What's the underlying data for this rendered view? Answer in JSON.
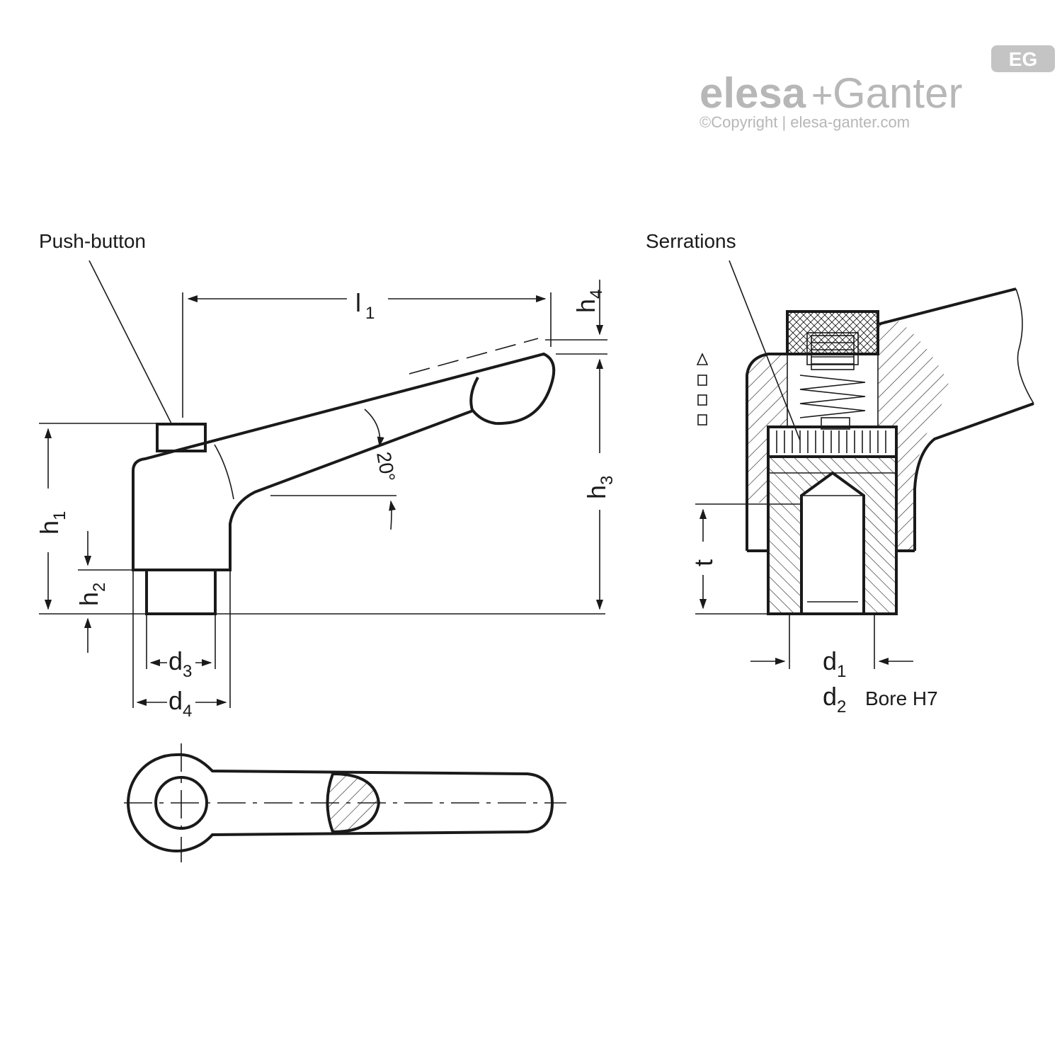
{
  "brand": {
    "badge": "EG",
    "name_part1": "elesa",
    "plus": "+",
    "name_part2": "Ganter",
    "copyright": "©Copyright | elesa-ganter.com",
    "color": "#b7b7b7"
  },
  "labels": {
    "push_button": "Push-button",
    "serrations": "Serrations",
    "bore": "Bore H7"
  },
  "dimensions": {
    "l1": {
      "letter": "l",
      "sub": "1"
    },
    "h1": {
      "letter": "h",
      "sub": "1"
    },
    "h2": {
      "letter": "h",
      "sub": "2"
    },
    "h3": {
      "letter": "h",
      "sub": "3"
    },
    "h4": {
      "letter": "h",
      "sub": "4"
    },
    "d1": {
      "letter": "d",
      "sub": "1"
    },
    "d2": {
      "letter": "d",
      "sub": "2"
    },
    "d3": {
      "letter": "d",
      "sub": "3"
    },
    "d4": {
      "letter": "d",
      "sub": "4"
    },
    "t": {
      "letter": "t"
    },
    "angle": "20°"
  }
}
